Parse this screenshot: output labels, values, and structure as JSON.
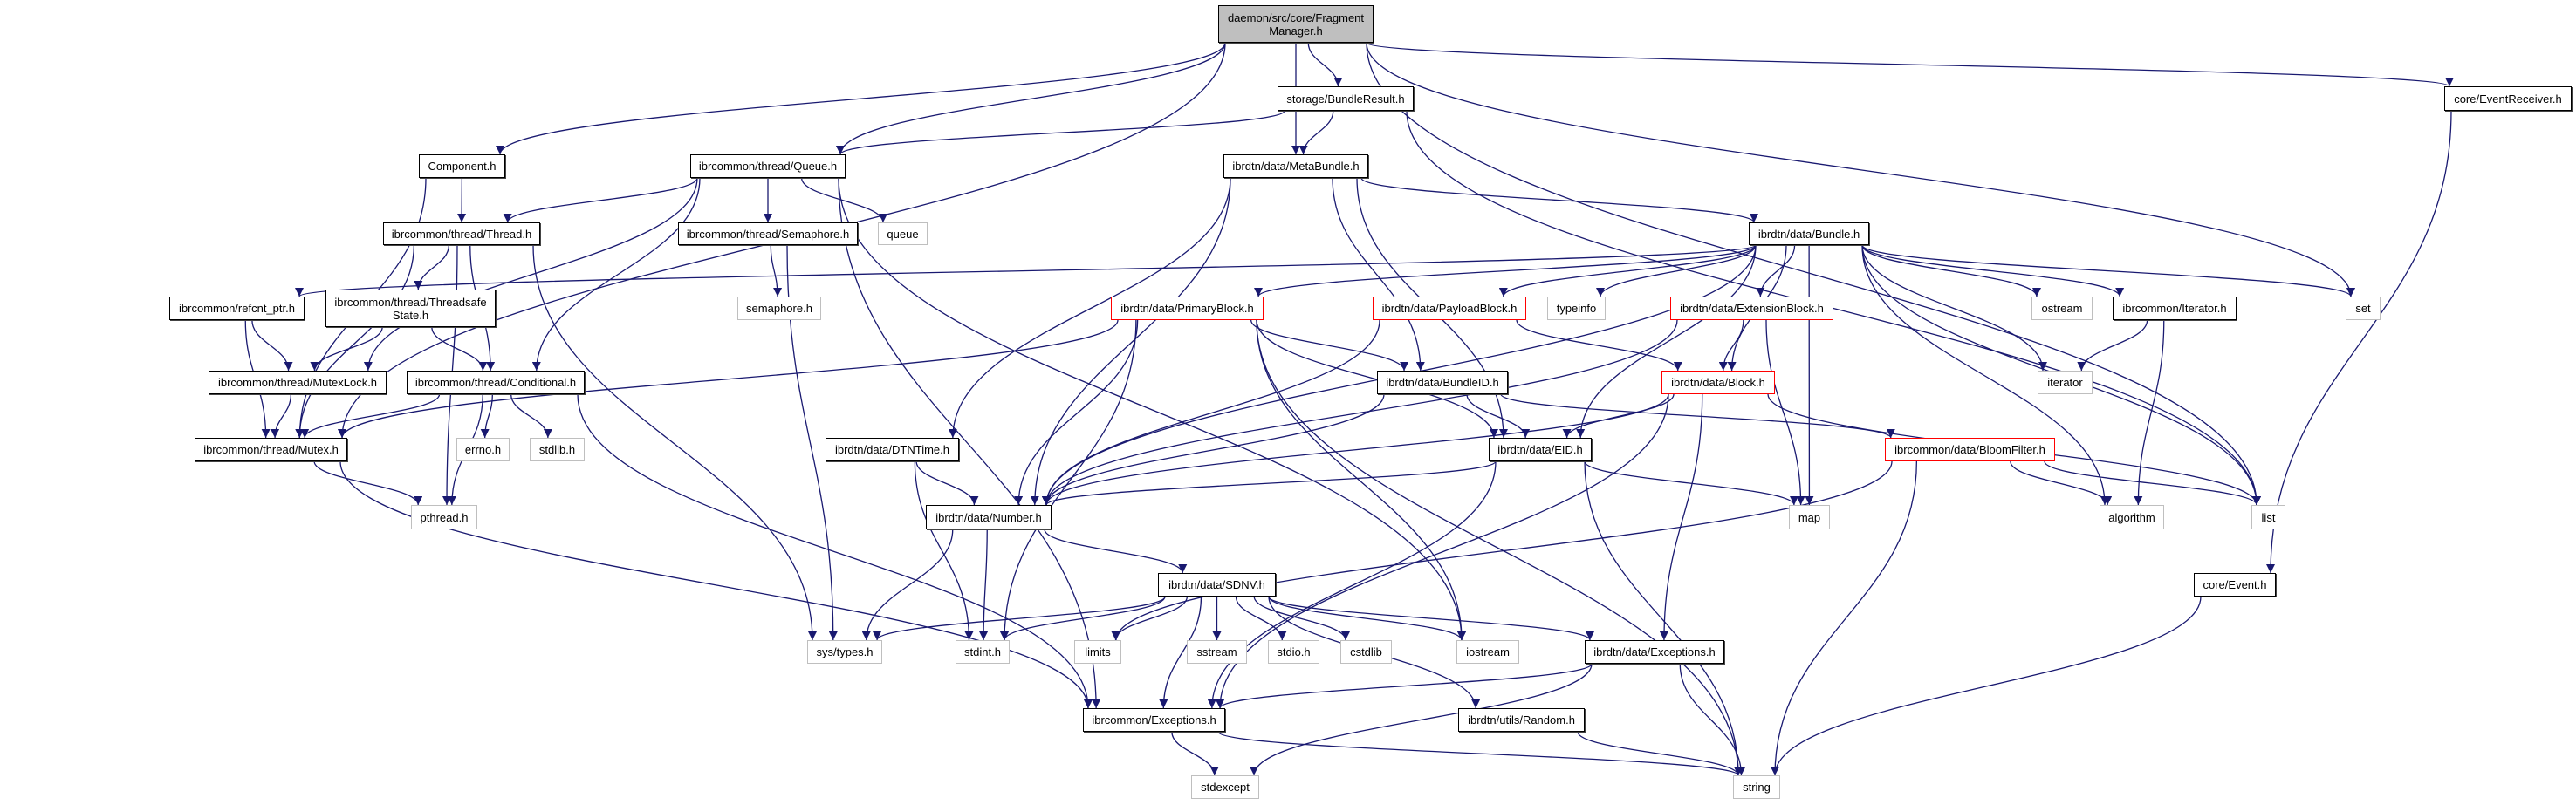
{
  "colors": {
    "edge": "#191970",
    "root_fill": "#bfbfbf",
    "truncated_border": "#ff0000",
    "system_border": "#bfbfbf",
    "node_border": "#000000"
  },
  "nodes": [
    {
      "id": "root",
      "label": "daemon/src/core/Fragment\nManager.h",
      "kind": "root"
    },
    {
      "id": "bundleresult",
      "label": "storage/BundleResult.h",
      "kind": "link"
    },
    {
      "id": "eventreceiver",
      "label": "core/EventReceiver.h",
      "kind": "link"
    },
    {
      "id": "component",
      "label": "Component.h",
      "kind": "link"
    },
    {
      "id": "queue",
      "label": "ibrcommon/thread/Queue.h",
      "kind": "link"
    },
    {
      "id": "metabundle",
      "label": "ibrdtn/data/MetaBundle.h",
      "kind": "link"
    },
    {
      "id": "thread",
      "label": "ibrcommon/thread/Thread.h",
      "kind": "link"
    },
    {
      "id": "semaphore",
      "label": "ibrcommon/thread/Semaphore.h",
      "kind": "link"
    },
    {
      "id": "queue_std",
      "label": "queue",
      "kind": "sys"
    },
    {
      "id": "bundle",
      "label": "ibrdtn/data/Bundle.h",
      "kind": "link"
    },
    {
      "id": "refcnt",
      "label": "ibrcommon/refcnt_ptr.h",
      "kind": "link"
    },
    {
      "id": "threadsafe",
      "label": "ibrcommon/thread/Threadsafe\nState.h",
      "kind": "link"
    },
    {
      "id": "semaphore_h",
      "label": "semaphore.h",
      "kind": "sys"
    },
    {
      "id": "primary",
      "label": "ibrdtn/data/PrimaryBlock.h",
      "kind": "red"
    },
    {
      "id": "payload",
      "label": "ibrdtn/data/PayloadBlock.h",
      "kind": "red"
    },
    {
      "id": "typeinfo",
      "label": "typeinfo",
      "kind": "sys"
    },
    {
      "id": "extension",
      "label": "ibrdtn/data/ExtensionBlock.h",
      "kind": "red"
    },
    {
      "id": "ostream",
      "label": "ostream",
      "kind": "sys"
    },
    {
      "id": "iterator_h",
      "label": "ibrcommon/Iterator.h",
      "kind": "link"
    },
    {
      "id": "set",
      "label": "set",
      "kind": "sys"
    },
    {
      "id": "mutexlock",
      "label": "ibrcommon/thread/MutexLock.h",
      "kind": "link"
    },
    {
      "id": "conditional",
      "label": "ibrcommon/thread/Conditional.h",
      "kind": "link"
    },
    {
      "id": "bundleid",
      "label": "ibrdtn/data/BundleID.h",
      "kind": "link"
    },
    {
      "id": "block",
      "label": "ibrdtn/data/Block.h",
      "kind": "red"
    },
    {
      "id": "iterator",
      "label": "iterator",
      "kind": "sys"
    },
    {
      "id": "mutex",
      "label": "ibrcommon/thread/Mutex.h",
      "kind": "link"
    },
    {
      "id": "errno",
      "label": "errno.h",
      "kind": "sys"
    },
    {
      "id": "stdlib",
      "label": "stdlib.h",
      "kind": "sys"
    },
    {
      "id": "dtntime",
      "label": "ibrdtn/data/DTNTime.h",
      "kind": "link"
    },
    {
      "id": "eid",
      "label": "ibrdtn/data/EID.h",
      "kind": "link"
    },
    {
      "id": "bloom",
      "label": "ibrcommon/data/BloomFilter.h",
      "kind": "red"
    },
    {
      "id": "pthread",
      "label": "pthread.h",
      "kind": "sys"
    },
    {
      "id": "number",
      "label": "ibrdtn/data/Number.h",
      "kind": "link"
    },
    {
      "id": "map",
      "label": "map",
      "kind": "sys"
    },
    {
      "id": "algorithm",
      "label": "algorithm",
      "kind": "sys"
    },
    {
      "id": "list",
      "label": "list",
      "kind": "sys"
    },
    {
      "id": "sdnv",
      "label": "ibrdtn/data/SDNV.h",
      "kind": "link"
    },
    {
      "id": "event",
      "label": "core/Event.h",
      "kind": "link"
    },
    {
      "id": "systypes",
      "label": "sys/types.h",
      "kind": "sys"
    },
    {
      "id": "stdint",
      "label": "stdint.h",
      "kind": "sys"
    },
    {
      "id": "limits",
      "label": "limits",
      "kind": "sys"
    },
    {
      "id": "sstream",
      "label": "sstream",
      "kind": "sys"
    },
    {
      "id": "stdio",
      "label": "stdio.h",
      "kind": "sys"
    },
    {
      "id": "cstdlib",
      "label": "cstdlib",
      "kind": "sys"
    },
    {
      "id": "iostream",
      "label": "iostream",
      "kind": "sys"
    },
    {
      "id": "dataexc",
      "label": "ibrdtn/data/Exceptions.h",
      "kind": "link"
    },
    {
      "id": "ibcexc",
      "label": "ibrcommon/Exceptions.h",
      "kind": "link"
    },
    {
      "id": "random",
      "label": "ibrdtn/utils/Random.h",
      "kind": "link"
    },
    {
      "id": "stdexcept",
      "label": "stdexcept",
      "kind": "sys"
    },
    {
      "id": "string",
      "label": "string",
      "kind": "sys"
    }
  ],
  "edges": [
    [
      "root",
      "component"
    ],
    [
      "root",
      "queue"
    ],
    [
      "root",
      "mutex"
    ],
    [
      "root",
      "bundleresult"
    ],
    [
      "root",
      "metabundle"
    ],
    [
      "root",
      "eventreceiver"
    ],
    [
      "root",
      "set"
    ],
    [
      "root",
      "list"
    ],
    [
      "bundleresult",
      "queue"
    ],
    [
      "bundleresult",
      "metabundle"
    ],
    [
      "bundleresult",
      "list"
    ],
    [
      "eventreceiver",
      "event"
    ],
    [
      "event",
      "string"
    ],
    [
      "component",
      "thread"
    ],
    [
      "component",
      "mutex"
    ],
    [
      "queue",
      "thread"
    ],
    [
      "queue",
      "semaphore"
    ],
    [
      "queue",
      "queue_std"
    ],
    [
      "queue",
      "conditional"
    ],
    [
      "queue",
      "mutexlock"
    ],
    [
      "queue",
      "ibcexc"
    ],
    [
      "queue",
      "iostream"
    ],
    [
      "metabundle",
      "bundle"
    ],
    [
      "metabundle",
      "number"
    ],
    [
      "metabundle",
      "bundleid"
    ],
    [
      "metabundle",
      "eid"
    ],
    [
      "metabundle",
      "dtntime"
    ],
    [
      "thread",
      "threadsafe"
    ],
    [
      "thread",
      "conditional"
    ],
    [
      "thread",
      "mutex"
    ],
    [
      "thread",
      "pthread"
    ],
    [
      "thread",
      "systypes"
    ],
    [
      "semaphore",
      "semaphore_h"
    ],
    [
      "semaphore",
      "systypes"
    ],
    [
      "threadsafe",
      "mutexlock"
    ],
    [
      "threadsafe",
      "conditional"
    ],
    [
      "refcnt",
      "mutexlock"
    ],
    [
      "refcnt",
      "mutex"
    ],
    [
      "mutexlock",
      "mutex"
    ],
    [
      "conditional",
      "mutex"
    ],
    [
      "conditional",
      "pthread"
    ],
    [
      "conditional",
      "errno"
    ],
    [
      "conditional",
      "stdlib"
    ],
    [
      "conditional",
      "ibcexc"
    ],
    [
      "mutex",
      "pthread"
    ],
    [
      "mutex",
      "ibcexc"
    ],
    [
      "bundle",
      "refcnt"
    ],
    [
      "bundle",
      "number"
    ],
    [
      "bundle",
      "primary"
    ],
    [
      "bundle",
      "payload"
    ],
    [
      "bundle",
      "typeinfo"
    ],
    [
      "bundle",
      "extension"
    ],
    [
      "bundle",
      "block"
    ],
    [
      "bundle",
      "eid"
    ],
    [
      "bundle",
      "map"
    ],
    [
      "bundle",
      "algorithm"
    ],
    [
      "bundle",
      "iterator"
    ],
    [
      "bundle",
      "ostream"
    ],
    [
      "bundle",
      "iterator_h"
    ],
    [
      "bundle",
      "set"
    ],
    [
      "bundle",
      "list"
    ],
    [
      "primary",
      "mutex"
    ],
    [
      "primary",
      "number"
    ],
    [
      "primary",
      "bundleid"
    ],
    [
      "primary",
      "eid"
    ],
    [
      "primary",
      "stdint"
    ],
    [
      "primary",
      "iostream"
    ],
    [
      "primary",
      "string"
    ],
    [
      "payload",
      "number"
    ],
    [
      "payload",
      "block"
    ],
    [
      "extension",
      "number"
    ],
    [
      "extension",
      "block"
    ],
    [
      "extension",
      "map"
    ],
    [
      "iterator_h",
      "iterator"
    ],
    [
      "iterator_h",
      "algorithm"
    ],
    [
      "bundleid",
      "number"
    ],
    [
      "bundleid",
      "eid"
    ],
    [
      "bundleid",
      "bloom"
    ],
    [
      "block",
      "eid"
    ],
    [
      "block",
      "number"
    ],
    [
      "block",
      "list"
    ],
    [
      "block",
      "ibcexc"
    ],
    [
      "block",
      "dataexc"
    ],
    [
      "eid",
      "number"
    ],
    [
      "eid",
      "ibcexc"
    ],
    [
      "eid",
      "map"
    ],
    [
      "eid",
      "string"
    ],
    [
      "bloom",
      "limits"
    ],
    [
      "bloom",
      "algorithm"
    ],
    [
      "bloom",
      "list"
    ],
    [
      "bloom",
      "string"
    ],
    [
      "dtntime",
      "number"
    ],
    [
      "dtntime",
      "stdint"
    ],
    [
      "number",
      "sdnv"
    ],
    [
      "number",
      "stdint"
    ],
    [
      "number",
      "systypes"
    ],
    [
      "sdnv",
      "systypes"
    ],
    [
      "sdnv",
      "stdint"
    ],
    [
      "sdnv",
      "limits"
    ],
    [
      "sdnv",
      "ibcexc"
    ],
    [
      "sdnv",
      "sstream"
    ],
    [
      "sdnv",
      "stdio"
    ],
    [
      "sdnv",
      "cstdlib"
    ],
    [
      "sdnv",
      "iostream"
    ],
    [
      "sdnv",
      "dataexc"
    ],
    [
      "sdnv",
      "random"
    ],
    [
      "dataexc",
      "ibcexc"
    ],
    [
      "dataexc",
      "stdexcept"
    ],
    [
      "dataexc",
      "string"
    ],
    [
      "ibcexc",
      "stdexcept"
    ],
    [
      "ibcexc",
      "string"
    ],
    [
      "random",
      "string"
    ]
  ]
}
